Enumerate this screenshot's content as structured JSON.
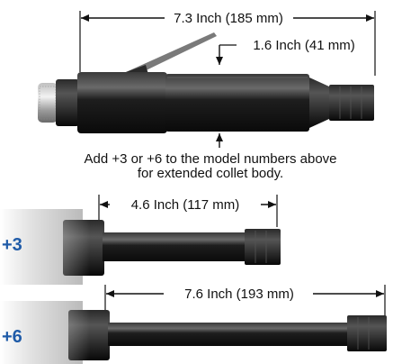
{
  "dimensions": {
    "overall_length": "7.3 Inch (185 mm)",
    "collet_length": "1.6 Inch (41 mm)",
    "extension_plus3": "4.6 Inch (117 mm)",
    "extension_plus6": "7.6 Inch (193 mm)"
  },
  "caption": {
    "line1": "Add +3 or +6 to the model numbers above",
    "line2": "for extended collet body."
  },
  "variants": {
    "plus3": "+3",
    "plus6": "+6"
  },
  "colors": {
    "variant_label": "#1f5ba8",
    "tool_body": "#1a1a1a",
    "dimension_line": "#111111"
  }
}
